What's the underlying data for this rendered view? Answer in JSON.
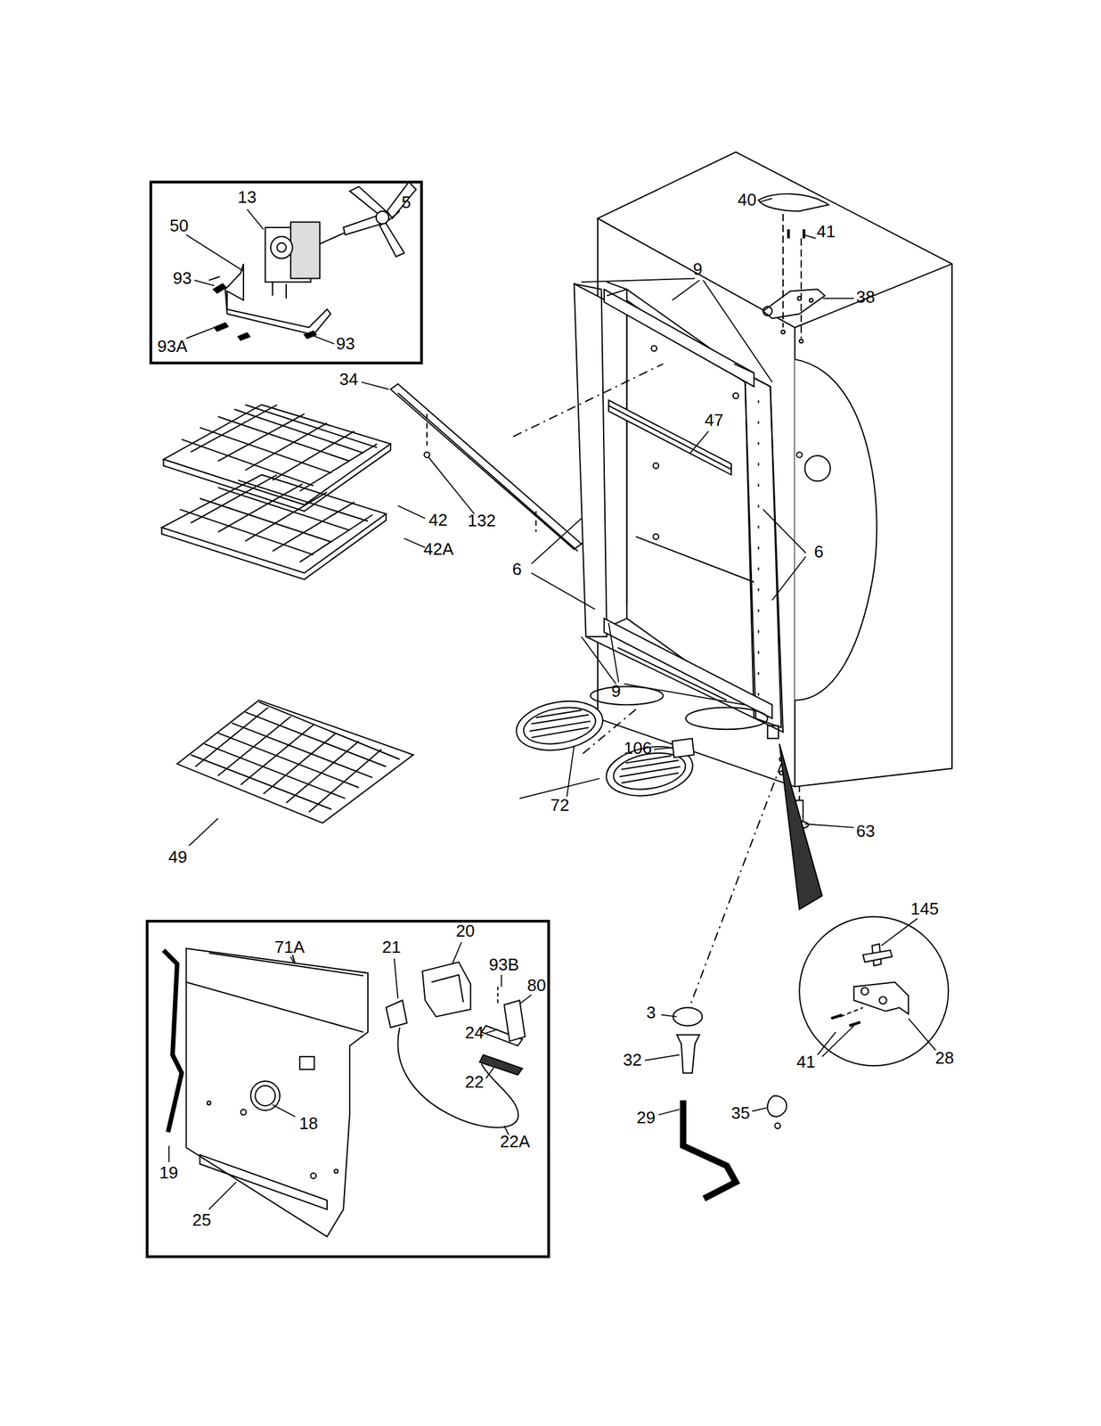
{
  "diagram": {
    "labels": [
      "13",
      "5",
      "50",
      "93",
      "93A",
      "93",
      "40",
      "41",
      "9",
      "38",
      "34",
      "47",
      "42",
      "132",
      "42A",
      "6",
      "6",
      "9",
      "106",
      "72",
      "63",
      "49",
      "145",
      "20",
      "71A",
      "21",
      "93B",
      "80",
      "3",
      "24",
      "32",
      "41",
      "28",
      "22",
      "18",
      "29",
      "35",
      "22A",
      "19",
      "25"
    ]
  }
}
